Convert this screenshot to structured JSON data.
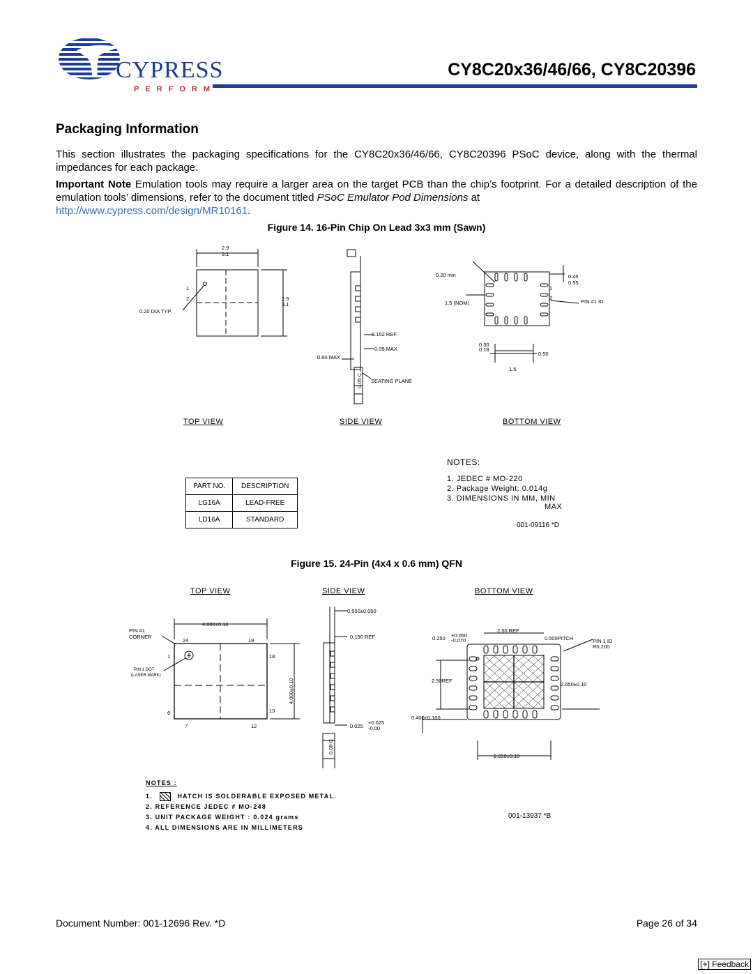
{
  "header": {
    "logo_word": "CYPRESS",
    "logo_tagline": "PERFORM",
    "doc_title": "CY8C20x36/46/66, CY8C20396"
  },
  "section": {
    "title": "Packaging Information",
    "para1": "This section illustrates the packaging specifications for the CY8C20x36/46/66, CY8C20396 PSoC device, along with the thermal impedances for each package.",
    "note_label": "Important Note",
    "note_text1": " Emulation tools may require a larger area on the target PCB than the chip’s footprint. For a detailed description of the emulation tools’ dimensions, refer to the document titled ",
    "note_italic": "PSoC Emulator Pod Dimensions",
    "note_text2": " at",
    "note_link": "http://www.cypress.com/design/MR10161",
    "note_end": "."
  },
  "figure14": {
    "caption": "Figure 14.  16-Pin Chip On Lead 3x3 mm (Sawn)",
    "views": [
      "TOP VIEW",
      "SIDE VIEW",
      "BOTTOM VIEW"
    ],
    "dims": {
      "top_w_top": "2.9",
      "top_w_bot": "3.1",
      "top_h_top": "2.9",
      "top_h_bot": "3.1",
      "pin1": "1",
      "pin2": "2",
      "dia": "0.20 DIA TYP.",
      "ref": "0.152 REF.",
      "max05": "0.05 MAX",
      "max60": "0.60 MAX",
      "seat_code": "0.05 C",
      "seating": "SEATING PLANE",
      "min20": "0.20 min",
      "nom": "1.5 (NOM)",
      "d45": "0.45",
      "d55": "0.55",
      "pinid": "PIN #1 ID",
      "b1": "1",
      "b2": "2",
      "d30": "0.30",
      "d18": "0.18",
      "d50": "0.50",
      "d15": "1.5"
    },
    "parts_header": [
      "PART NO.",
      "DESCRIPTION"
    ],
    "parts": [
      [
        "LG16A",
        "LEAD-FREE"
      ],
      [
        "LD16A",
        "STANDARD"
      ]
    ],
    "notes_title": "NOTES:",
    "notes": [
      "1. JEDEC # MO-220",
      "2. Package Weight: 0.014g",
      "3. DIMENSIONS IN MM, MIN",
      "MAX"
    ],
    "code": "001-09116 *D"
  },
  "figure15": {
    "caption": "Figure 15.  24-Pin (4x4 x 0.6 mm) QFN",
    "views": [
      "TOP VIEW",
      "SIDE VIEW",
      "BOTTOM VIEW"
    ],
    "dims": {
      "pin1corner_a": "PIN #1",
      "pin1corner_b": "CORNER",
      "w": "4.000±0.10",
      "h": "4.000±0.10",
      "p24": "24",
      "p19": "19",
      "p1": "1",
      "p18": "18",
      "p6": "6",
      "p13": "13",
      "p7": "7",
      "p12": "12",
      "dot_a": "PIN 1 DOT",
      "dot_b": "(LASER MARK)",
      "d550": "0.550±0.050",
      "d150": "0.150 REF",
      "d025": "0.025",
      "d025tol_a": "+0.025",
      "d025tol_b": "-0.00",
      "seat": "0.08 C",
      "d250tol": "0.250",
      "d250tol_a": "+0.050",
      "d250tol_b": "-0.070",
      "ref250": "2.50 REF",
      "pitch": "0.500PITCH",
      "pinid": "PIN 1 ID",
      "r200": "R0.200",
      "ref250b": "2.50REF",
      "d2650a": "2.650±0.10",
      "d400": "0.400±0.100",
      "d2650b": "2.650±0.10"
    },
    "notes_title": "NOTES :",
    "notes": [
      "1.",
      "HATCH IS SOLDERABLE EXPOSED METAL.",
      "2. REFERENCE JEDEC # MO-248",
      "3. UNIT PACKAGE WEIGHT : 0.024 grams",
      "4. ALL DIMENSIONS ARE IN MILLIMETERS"
    ],
    "code": "001-13937 *B"
  },
  "footer": {
    "doc_number": "Document Number: 001-12696  Rev. *D",
    "page": "Page 26 of 34",
    "feedback": "[+] Feedback"
  }
}
